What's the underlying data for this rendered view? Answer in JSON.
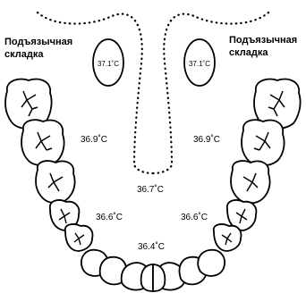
{
  "labels": {
    "left_fold": [
      "Подъязычная",
      "складка"
    ],
    "right_fold": [
      "Подъязычная",
      "складка"
    ]
  },
  "temperatures": {
    "left_gland": "37.1˚C",
    "right_gland": "37.1˚C",
    "left_molar": "36.9˚C",
    "right_molar": "36.9˚C",
    "center": "36.7˚C",
    "left_premolar": "36.6˚C",
    "right_premolar": "36.6˚C",
    "front": "36.4˚C"
  },
  "colors": {
    "line": "#000000",
    "background": "#ffffff"
  }
}
